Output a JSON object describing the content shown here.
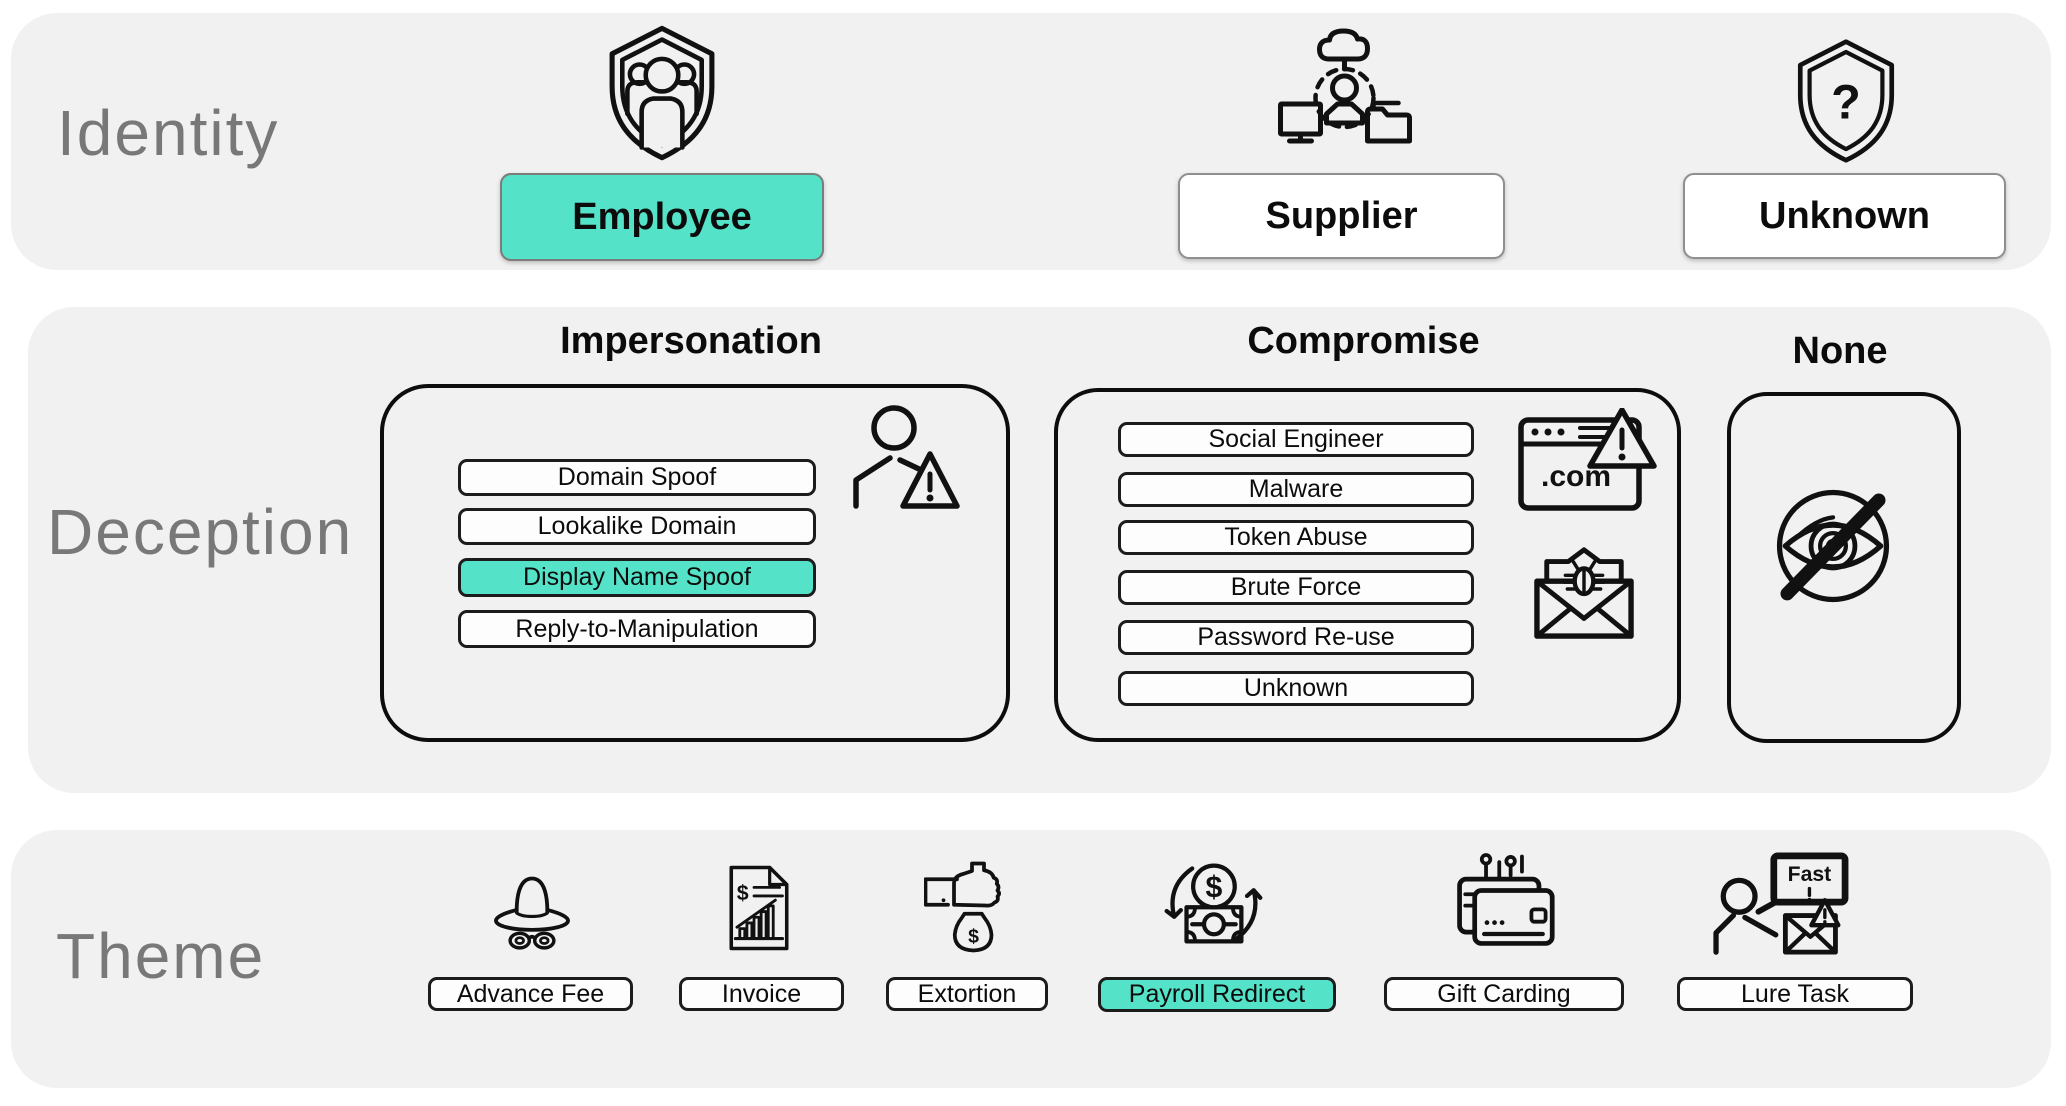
{
  "colors": {
    "accent_teal": "#54E2C8",
    "panel_bg": "#F1F1F1",
    "page_bg": "#FFFFFF",
    "ink": "#111111",
    "label_gray": "#6E6E6E"
  },
  "rows": {
    "identity": {
      "label": "Identity",
      "options": [
        {
          "label": "Employee",
          "icon": "shield-people-icon",
          "selected": true
        },
        {
          "label": "Supplier",
          "icon": "cloud-supplier-network-icon",
          "selected": false
        },
        {
          "label": "Unknown",
          "icon": "shield-question-icon",
          "selected": false
        }
      ]
    },
    "deception": {
      "label": "Deception",
      "groups": [
        {
          "heading": "Impersonation",
          "icon": "person-warning-icon",
          "options": [
            {
              "label": "Domain Spoof",
              "selected": false
            },
            {
              "label": "Lookalike Domain",
              "selected": false
            },
            {
              "label": "Display Name Spoof",
              "selected": true
            },
            {
              "label": "Reply-to-Manipulation",
              "selected": false
            }
          ]
        },
        {
          "heading": "Compromise",
          "icons": [
            "malicious-site-icon",
            "malware-email-icon"
          ],
          "options": [
            {
              "label": "Social Engineer",
              "selected": false
            },
            {
              "label": "Malware",
              "selected": false
            },
            {
              "label": "Token Abuse",
              "selected": false
            },
            {
              "label": "Brute Force",
              "selected": false
            },
            {
              "label": "Password Re-use",
              "selected": false
            },
            {
              "label": "Unknown",
              "selected": false
            }
          ]
        },
        {
          "heading": "None",
          "icon": "hidden-eye-icon",
          "options": []
        }
      ]
    },
    "theme": {
      "label": "Theme",
      "options": [
        {
          "label": "Advance Fee",
          "icon": "spy-icon",
          "selected": false
        },
        {
          "label": "Invoice",
          "icon": "invoice-document-icon",
          "selected": false
        },
        {
          "label": "Extortion",
          "icon": "money-bag-fist-icon",
          "selected": false
        },
        {
          "label": "Payroll Redirect",
          "icon": "money-cycle-icon",
          "selected": true
        },
        {
          "label": "Gift Carding",
          "icon": "gift-card-icon",
          "selected": false
        },
        {
          "label": "Lure Task",
          "icon": "urgent-task-icon",
          "selected": false
        }
      ]
    }
  },
  "icon_texts": {
    "question_mark": "?",
    "browser_domain": ".com",
    "bubble_text": "Fast",
    "dollar": "$"
  }
}
